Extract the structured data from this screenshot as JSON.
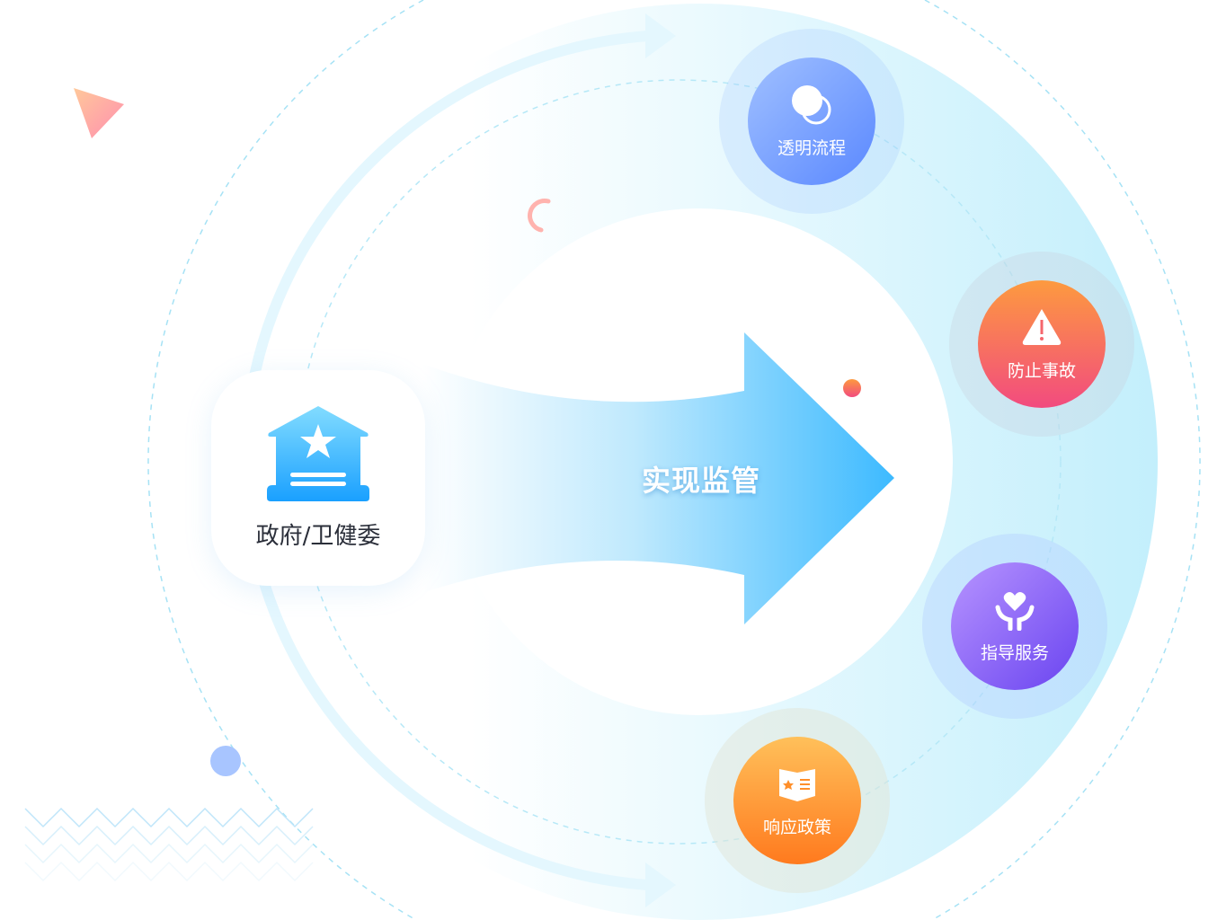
{
  "center": {
    "label": "政府/卫健委",
    "icon": "government-building-star-icon"
  },
  "arrow": {
    "label": "实现监管"
  },
  "nodes": [
    {
      "label": "透明流程",
      "icon": "overlapping-circles-icon",
      "colors": [
        "#9bbcff",
        "#5d8cff"
      ]
    },
    {
      "label": "防止事故",
      "icon": "warning-triangle-icon",
      "colors": [
        "#fd9a3f",
        "#f24b7f"
      ]
    },
    {
      "label": "指导服务",
      "icon": "heart-hands-icon",
      "colors": [
        "#b08cff",
        "#6a44f0"
      ]
    },
    {
      "label": "响应政策",
      "icon": "policy-book-icon",
      "colors": [
        "#ffc05a",
        "#ff7a1e"
      ]
    }
  ],
  "colors": {
    "accent": "#4cc3ff",
    "band": "#c6f0fc",
    "dash": "#9fe0f5"
  }
}
